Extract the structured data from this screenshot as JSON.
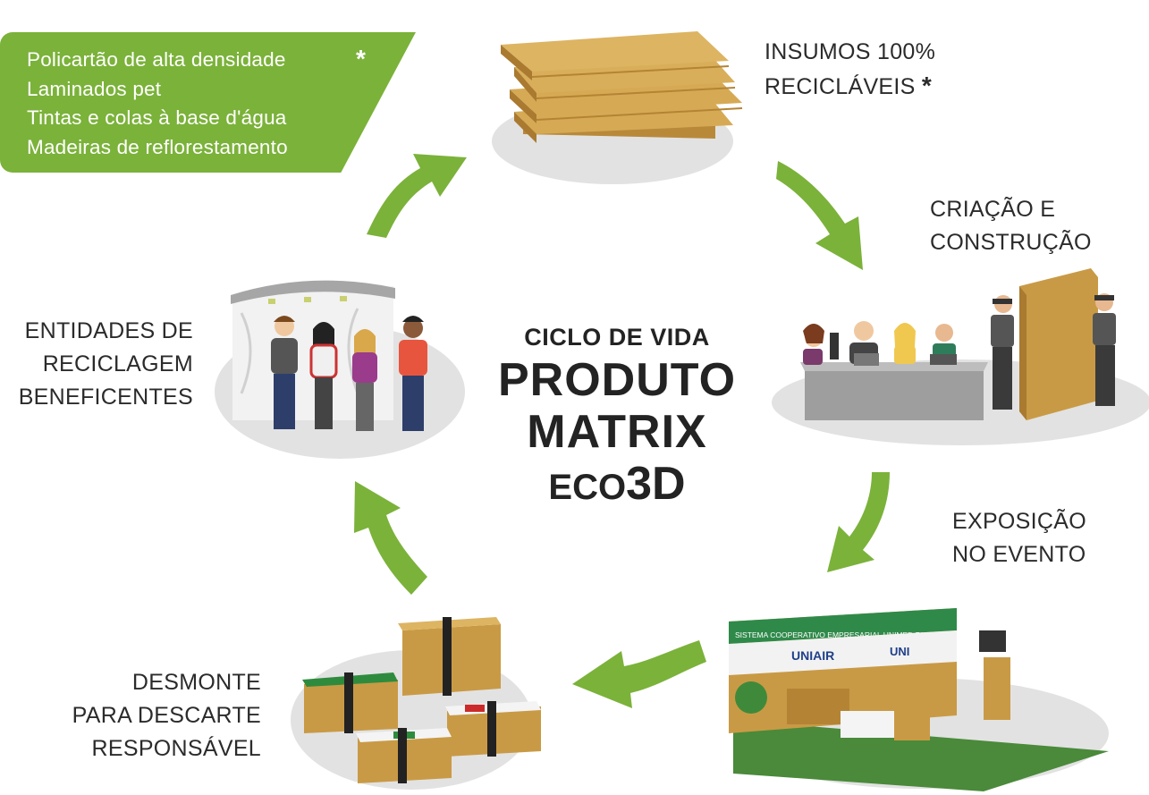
{
  "materials": {
    "items": [
      "Policartão de alta densidade",
      "Laminados pet",
      "Tintas e colas à base d'água",
      "Madeiras de reflorestamento"
    ],
    "marker": "*"
  },
  "steps": {
    "inputs": {
      "line1": "INSUMOS 100%",
      "line2": "RECICLÁVEIS",
      "marker": "*"
    },
    "creation": {
      "line1": "CRIAÇÃO E",
      "line2": "CONSTRUÇÃO"
    },
    "exhibition": {
      "line1": "EXPOSIÇÃO",
      "line2": "NO EVENTO"
    },
    "dismantle": {
      "line1": "DESMONTE",
      "line2": "PARA DESCARTE",
      "line3": "RESPONSÁVEL"
    },
    "recycling": {
      "line1": "ENTIDADES DE",
      "line2": "RECICLAGEM",
      "line3": "BENEFICENTES"
    }
  },
  "center": {
    "line1": "CICLO DE VIDA",
    "line2": "PRODUTO",
    "line3": "MATRIX",
    "line4_prefix": "ECO",
    "line4_suffix": "3D"
  },
  "booth": {
    "banner_text": "SISTEMA COOPERATIVO EMPRESARIAL UNIMED RIO GRANDE DO SUL",
    "logo_uniair": "UNIAIR",
    "logo_uni": "UNI"
  },
  "colors": {
    "accent_green": "#7bb23a",
    "cardboard": "#c99a45",
    "platform_gray": "#e2e2e2",
    "text_dark": "#2b2b2b"
  },
  "icons": [
    "cycle-arrow-icon",
    "cardboard-stack-icon",
    "team-icon",
    "booth-icon",
    "bundle-icon",
    "people-icon"
  ]
}
